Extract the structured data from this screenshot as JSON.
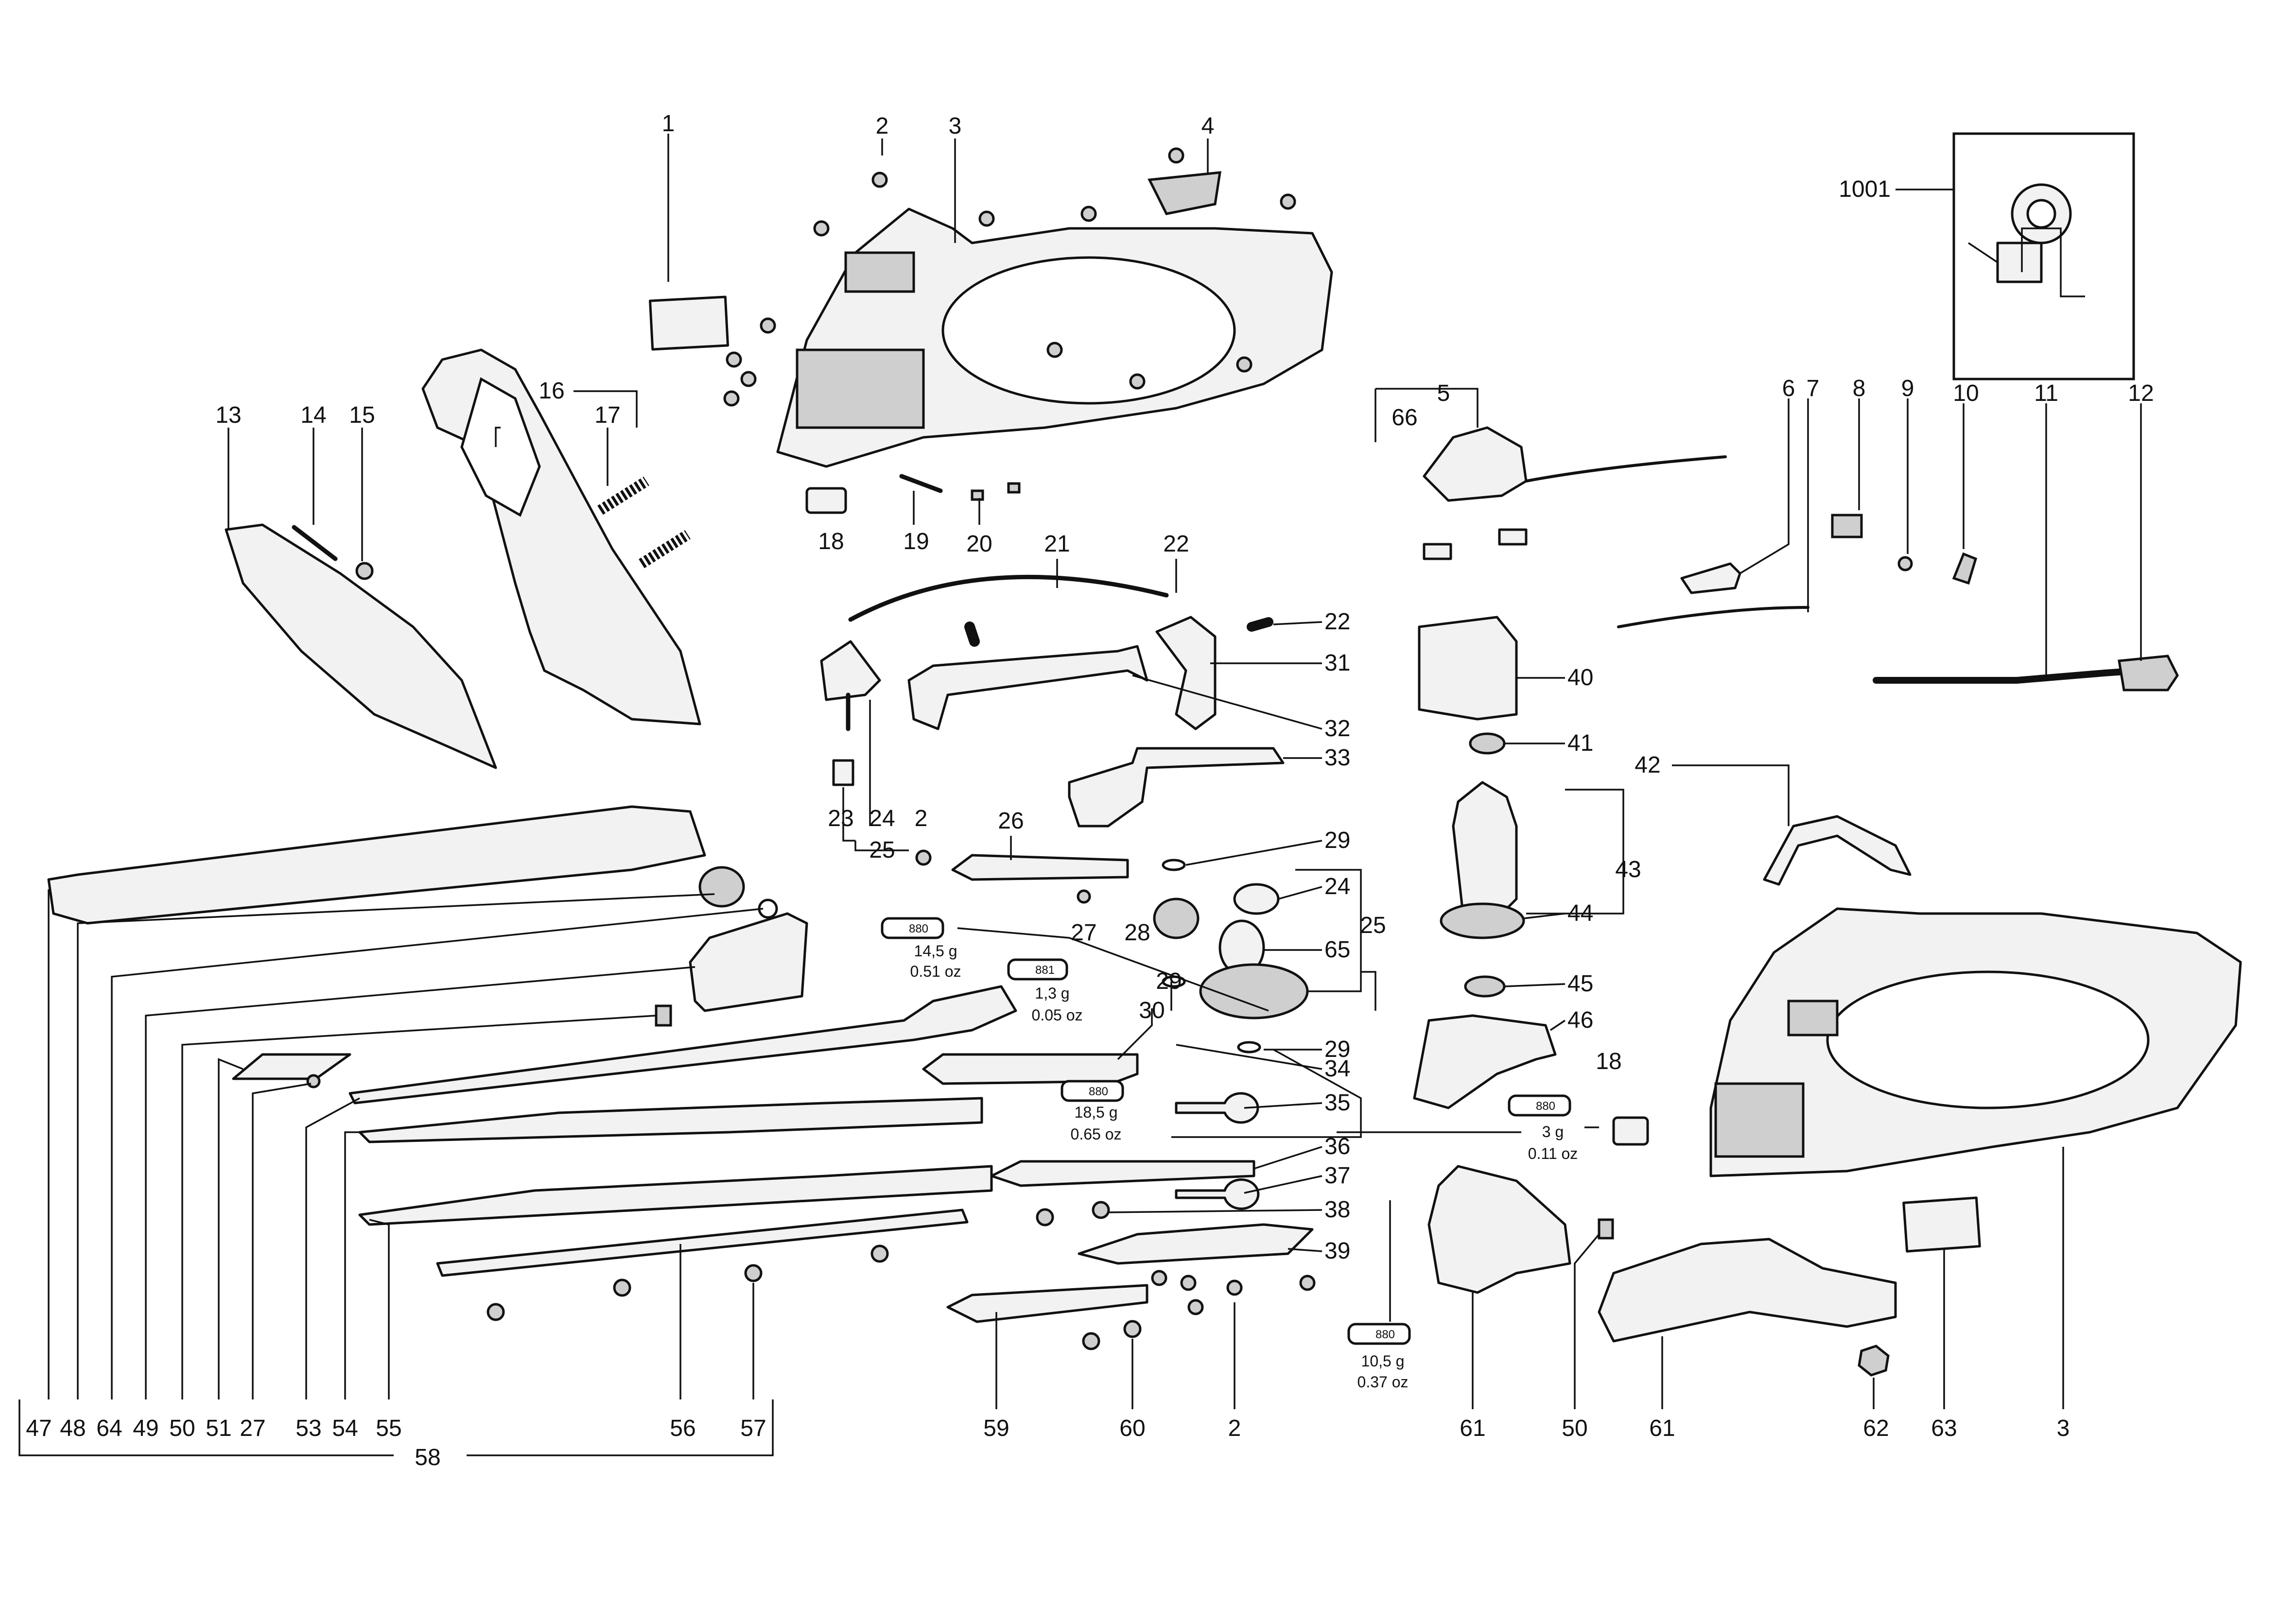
{
  "labels": [
    {
      "id": "l1",
      "text": "1"
    },
    {
      "id": "l2a",
      "text": "2"
    },
    {
      "id": "l3a",
      "text": "3"
    },
    {
      "id": "l4",
      "text": "4"
    },
    {
      "id": "l1001",
      "text": "1001"
    },
    {
      "id": "l5",
      "text": "5"
    },
    {
      "id": "l66",
      "text": "66"
    },
    {
      "id": "l6",
      "text": "6"
    },
    {
      "id": "l7",
      "text": "7"
    },
    {
      "id": "l8",
      "text": "8"
    },
    {
      "id": "l9",
      "text": "9"
    },
    {
      "id": "l10",
      "text": "10"
    },
    {
      "id": "l11",
      "text": "11"
    },
    {
      "id": "l12",
      "text": "12"
    },
    {
      "id": "l13",
      "text": "13"
    },
    {
      "id": "l14",
      "text": "14"
    },
    {
      "id": "l15",
      "text": "15"
    },
    {
      "id": "l16",
      "text": "16"
    },
    {
      "id": "l17",
      "text": "17"
    },
    {
      "id": "l18a",
      "text": "18"
    },
    {
      "id": "l19",
      "text": "19"
    },
    {
      "id": "l20",
      "text": "20"
    },
    {
      "id": "l21",
      "text": "21"
    },
    {
      "id": "l22a",
      "text": "22"
    },
    {
      "id": "l22b",
      "text": "22"
    },
    {
      "id": "l31",
      "text": "31"
    },
    {
      "id": "l32",
      "text": "32"
    },
    {
      "id": "l33",
      "text": "33"
    },
    {
      "id": "l40",
      "text": "40"
    },
    {
      "id": "l41",
      "text": "41"
    },
    {
      "id": "l42",
      "text": "42"
    },
    {
      "id": "l43",
      "text": "43"
    },
    {
      "id": "l44",
      "text": "44"
    },
    {
      "id": "l45",
      "text": "45"
    },
    {
      "id": "l46",
      "text": "46"
    },
    {
      "id": "l23",
      "text": "23"
    },
    {
      "id": "l24a",
      "text": "24"
    },
    {
      "id": "l2b",
      "text": "2"
    },
    {
      "id": "l26",
      "text": "26"
    },
    {
      "id": "l25a",
      "text": "25"
    },
    {
      "id": "l29a",
      "text": "29"
    },
    {
      "id": "l24b",
      "text": "24"
    },
    {
      "id": "l27a",
      "text": "27"
    },
    {
      "id": "l28",
      "text": "28"
    },
    {
      "id": "l25b",
      "text": "25"
    },
    {
      "id": "l65",
      "text": "65"
    },
    {
      "id": "l29b",
      "text": "29"
    },
    {
      "id": "l30",
      "text": "30"
    },
    {
      "id": "l29c",
      "text": "29"
    },
    {
      "id": "l34",
      "text": "34"
    },
    {
      "id": "l35",
      "text": "35"
    },
    {
      "id": "l36",
      "text": "36"
    },
    {
      "id": "l37",
      "text": "37"
    },
    {
      "id": "l38",
      "text": "38"
    },
    {
      "id": "l39",
      "text": "39"
    },
    {
      "id": "l18b",
      "text": "18"
    },
    {
      "id": "l47",
      "text": "47"
    },
    {
      "id": "l48",
      "text": "48"
    },
    {
      "id": "l64",
      "text": "64"
    },
    {
      "id": "l49",
      "text": "49"
    },
    {
      "id": "l50a",
      "text": "50"
    },
    {
      "id": "l51",
      "text": "51"
    },
    {
      "id": "l27b",
      "text": "27"
    },
    {
      "id": "l53",
      "text": "53"
    },
    {
      "id": "l54",
      "text": "54"
    },
    {
      "id": "l55",
      "text": "55"
    },
    {
      "id": "l56",
      "text": "56"
    },
    {
      "id": "l57",
      "text": "57"
    },
    {
      "id": "l58",
      "text": "58"
    },
    {
      "id": "l59",
      "text": "59"
    },
    {
      "id": "l60",
      "text": "60"
    },
    {
      "id": "l2c",
      "text": "2"
    },
    {
      "id": "l61a",
      "text": "61"
    },
    {
      "id": "l50b",
      "text": "50"
    },
    {
      "id": "l61b",
      "text": "61"
    },
    {
      "id": "l62",
      "text": "62"
    },
    {
      "id": "l63",
      "text": "63"
    },
    {
      "id": "l3b",
      "text": "3"
    }
  ],
  "grease_notes": [
    {
      "id": "g1",
      "tube": "880",
      "weight": "14,5 g",
      "ounces": "0.51 oz"
    },
    {
      "id": "g2",
      "tube": "881",
      "weight": "1,3 g",
      "ounces": "0.05 oz"
    },
    {
      "id": "g3",
      "tube": "880",
      "weight": "18,5 g",
      "ounces": "0.65 oz"
    },
    {
      "id": "g4",
      "tube": "880",
      "weight": "3 g",
      "ounces": "0.11 oz"
    },
    {
      "id": "g5",
      "tube": "880",
      "weight": "10,5 g",
      "ounces": "0.37 oz"
    }
  ]
}
